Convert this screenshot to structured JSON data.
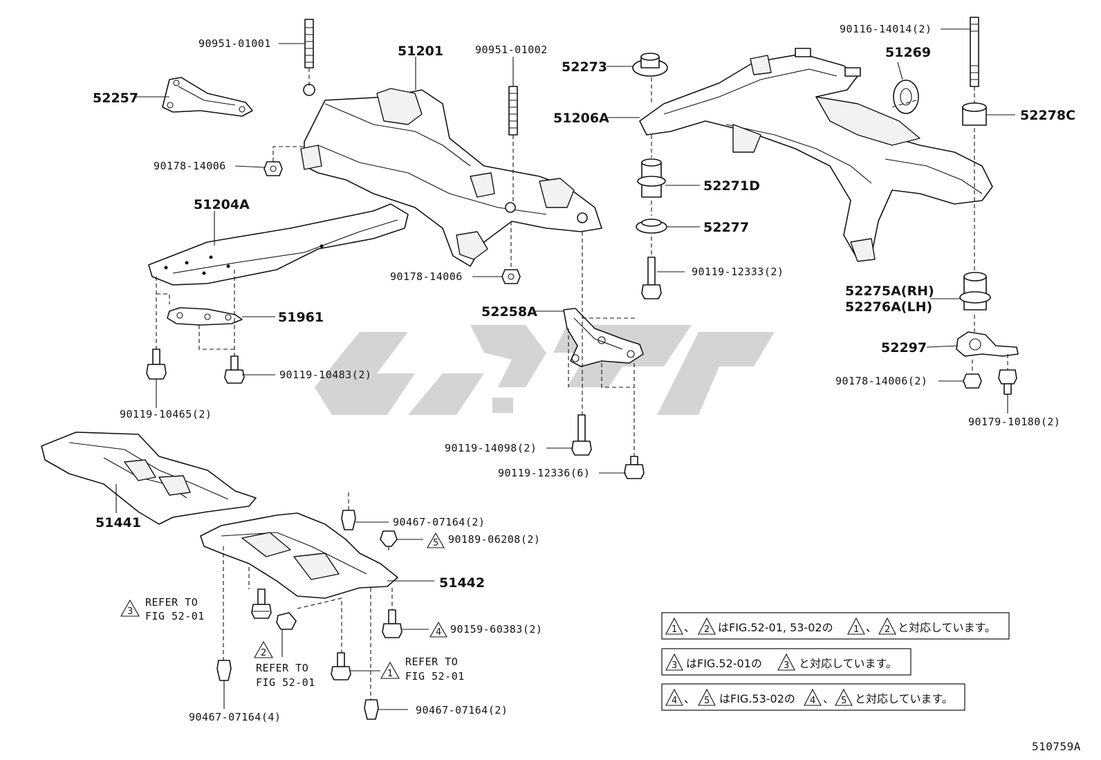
{
  "figure_id": "510759A",
  "parts": {
    "p51201": "51201",
    "p52257": "52257",
    "p51204A": "51204A",
    "p51961": "51961",
    "p51441": "51441",
    "p51442": "51442",
    "p52258A": "52258A",
    "p52273": "52273",
    "p51206A": "51206A",
    "p52271D": "52271D",
    "p52277": "52277",
    "p51269": "51269",
    "p52278C": "52278C",
    "p52275A": "52275A(RH)",
    "p52276A": "52276A(LH)",
    "p52297": "52297"
  },
  "fasteners": {
    "f90951_01001": "90951-01001",
    "f90951_01002": "90951-01002",
    "f90178_14006_a": "90178-14006",
    "f90178_14006_b": "90178-14006",
    "f90119_10483": "90119-10483(2)",
    "f90119_10465": "90119-10465(2)",
    "f90119_12333": "90119-12333(2)",
    "f90119_14098": "90119-14098(2)",
    "f90119_12336": "90119-12336(6)",
    "f90116_14014": "90116-14014(2)",
    "f90178_14006_2": "90178-14006(2)",
    "f90179_10180": "90179-10180(2)",
    "f90467_07164_2a": "90467-07164(2)",
    "f90189_06208": "90189-06208(2)",
    "f90159_60383": "90159-60383(2)",
    "f90467_07164_4": "90467-07164(4)",
    "f90467_07164_2b": "90467-07164(2)"
  },
  "refs": {
    "refer_to": "REFER TO",
    "fig_52_01": "FIG 52-01",
    "mark1": "1",
    "mark2": "2",
    "mark3": "3",
    "mark4": "4",
    "mark5": "5"
  },
  "notes": {
    "n1_a": "1",
    "n1_b": "2",
    "n1_text1": "、",
    "n1_text2": "はFIG.52-01, 53-02の",
    "n1_text3": "、",
    "n1_c": "1",
    "n1_d": "2",
    "n1_text4": "と対応しています。",
    "n2_a": "3",
    "n2_text1": "はFIG.52-01の",
    "n2_b": "3",
    "n2_text2": "と対応しています。",
    "n3_a": "4",
    "n3_b": "5",
    "n3_text1": "、",
    "n3_text2": "はFIG.53-02の",
    "n3_c": "4",
    "n3_text3": "、",
    "n3_d": "5",
    "n3_text4": "と対応しています。"
  }
}
